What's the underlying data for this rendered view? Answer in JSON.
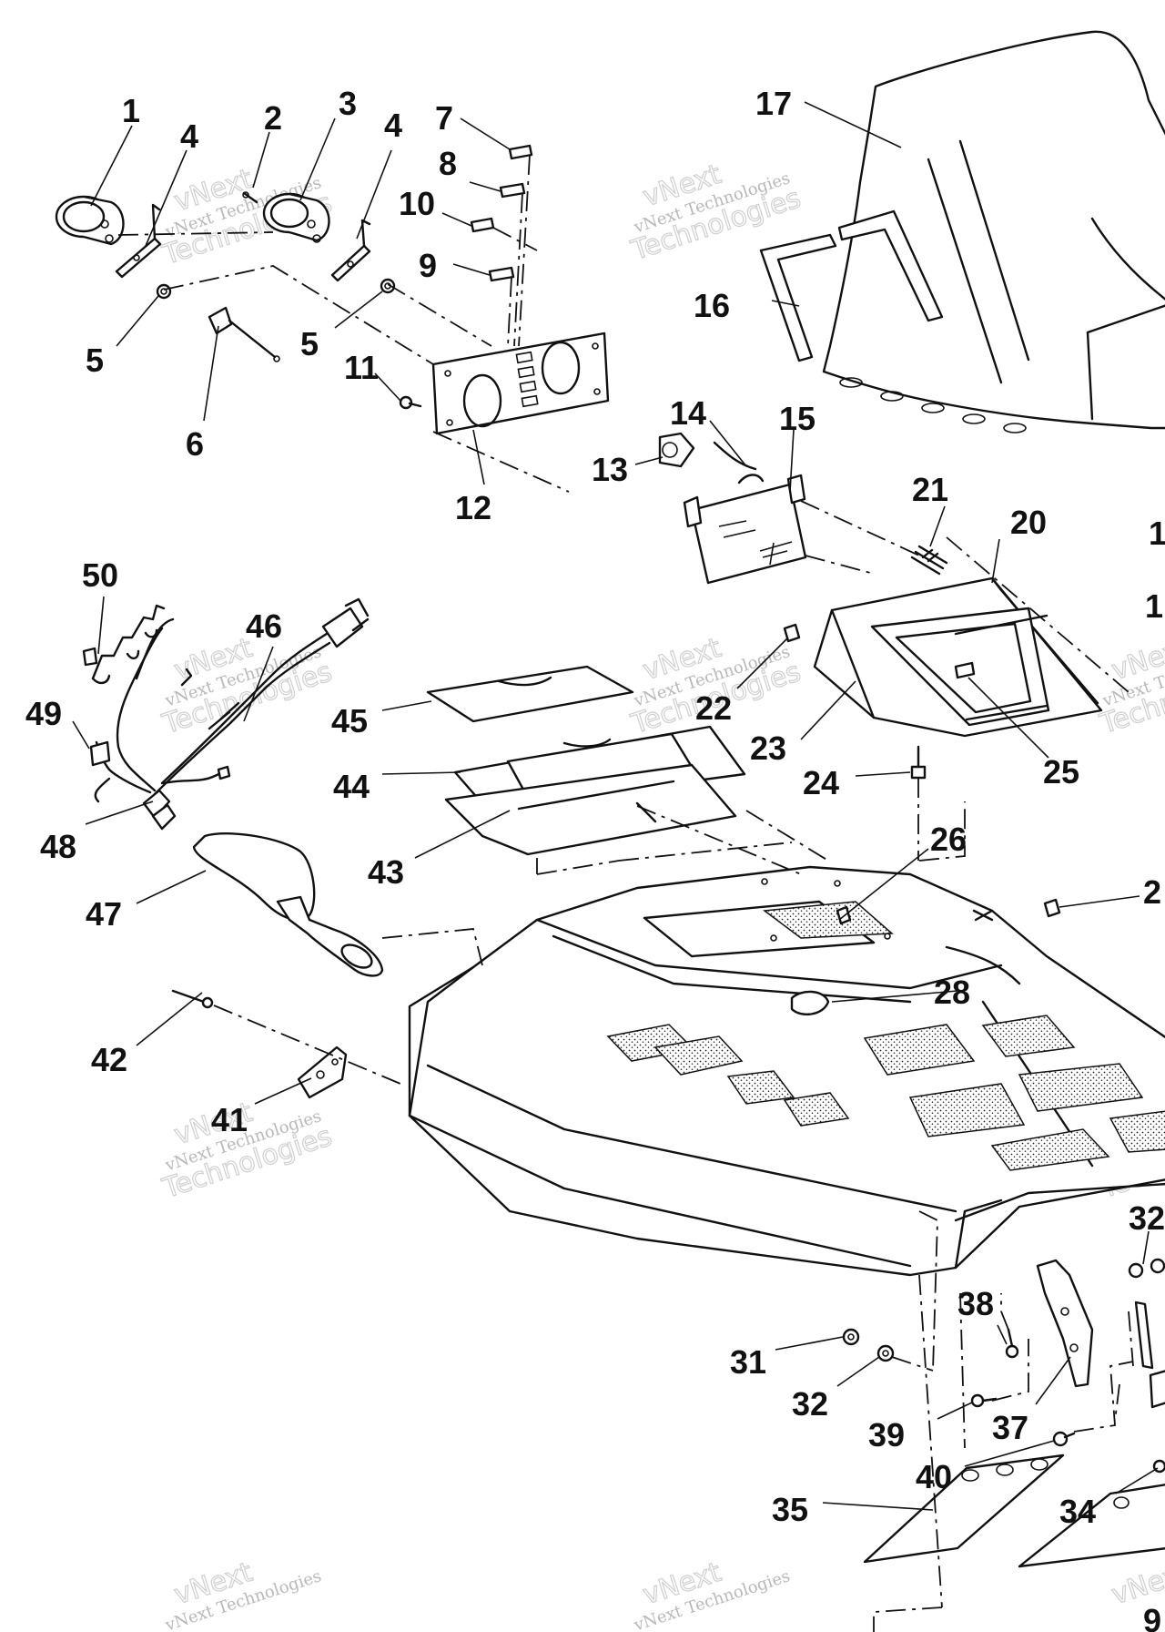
{
  "watermark": {
    "line1": "vNext",
    "line2": "vNext Technologies",
    "line3": "Technologies"
  },
  "callouts": [
    "1",
    "2",
    "3",
    "4",
    "4",
    "5",
    "5",
    "6",
    "7",
    "8",
    "9",
    "10",
    "11",
    "12",
    "13",
    "14",
    "15",
    "16",
    "17",
    "20",
    "21",
    "22",
    "23",
    "24",
    "25",
    "26",
    "28",
    "31",
    "32",
    "32",
    "34",
    "35",
    "37",
    "38",
    "39",
    "40",
    "41",
    "42",
    "43",
    "44",
    "45",
    "46",
    "47",
    "48",
    "49",
    "50"
  ],
  "edge_callouts": [
    "1",
    "1",
    "2",
    "9"
  ]
}
